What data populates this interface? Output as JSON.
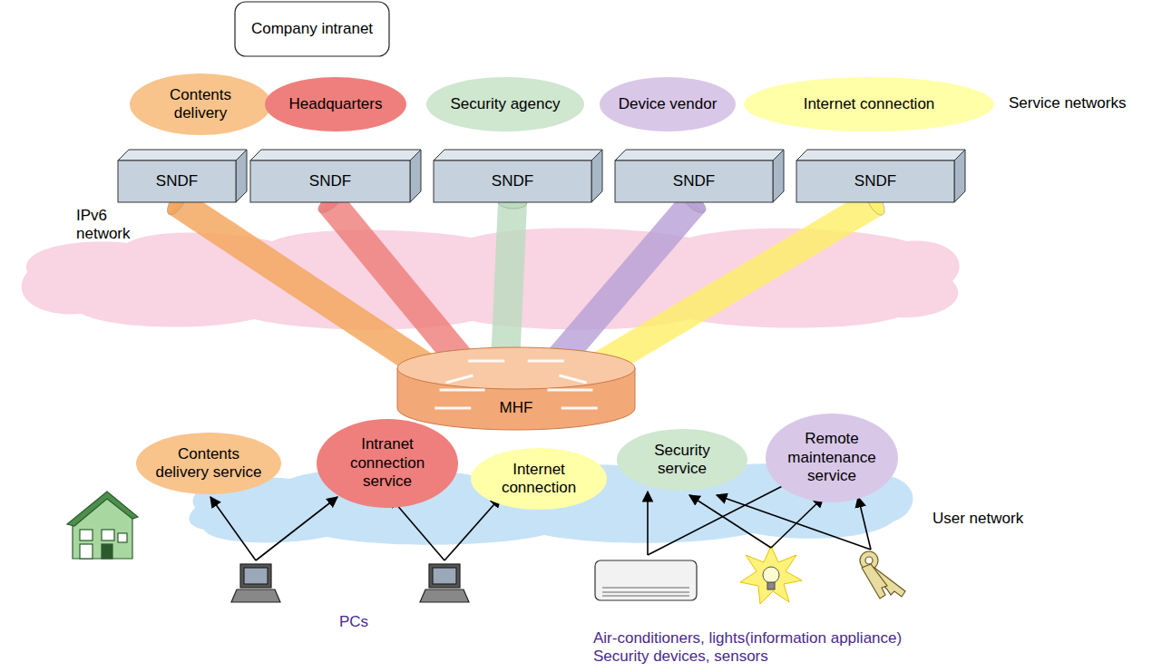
{
  "diagram": {
    "nodes": [
      {
        "text": [
          "Company intranet"
        ]
      },
      {
        "text": [
          "Contents delivery"
        ]
      },
      {
        "text": [
          "Headquarters"
        ]
      },
      {
        "text": [
          "Security agency"
        ]
      },
      {
        "text": [
          "Device vendor"
        ]
      },
      {
        "text": [
          "Internet connection"
        ]
      },
      {
        "text": [
          "SNDF"
        ]
      },
      {
        "text": [
          "SNDF"
        ]
      },
      {
        "text": [
          "SNDF"
        ]
      },
      {
        "text": [
          "SNDF"
        ]
      },
      {
        "text": [
          "SNDF"
        ]
      },
      {
        "text": [
          "MHF"
        ]
      },
      {
        "text": [
          "Contents delivery service"
        ]
      },
      {
        "text": [
          "Intranet connection service"
        ]
      },
      {
        "text": [
          "Internet connection"
        ]
      },
      {
        "text": [
          "Security service"
        ]
      },
      {
        "text": [
          "Remote maintenance service"
        ]
      }
    ],
    "edges": [
      {
        "from": 6,
        "to": 11,
        "arrow": "none"
      },
      {
        "from": 7,
        "to": 11,
        "arrow": "none"
      },
      {
        "from": 8,
        "to": 11,
        "arrow": "none"
      },
      {
        "from": 9,
        "to": 11,
        "arrow": "none"
      },
      {
        "from": 10,
        "to": 11,
        "arrow": "none"
      }
    ],
    "labels": [
      "Service networks",
      "IPv6 network",
      "User network",
      "PCs",
      "Air-conditioners, lights(information appliance)",
      "Security devices, sensors"
    ]
  }
}
